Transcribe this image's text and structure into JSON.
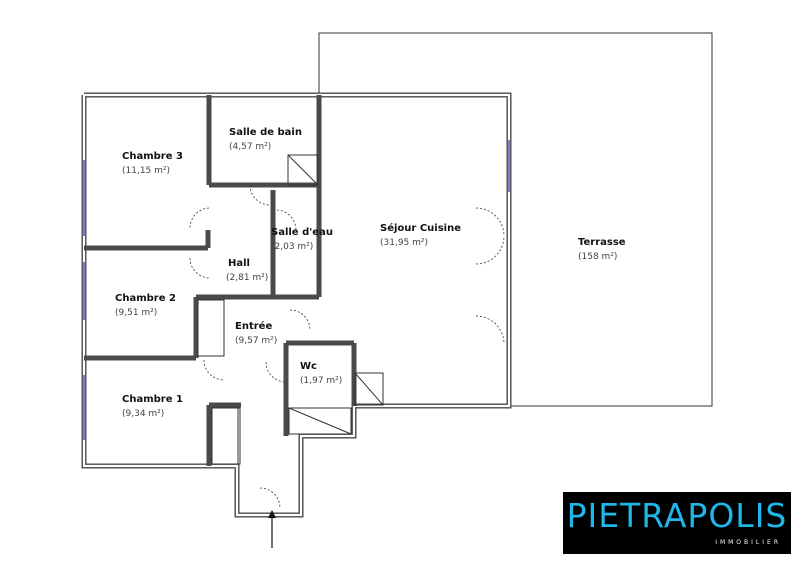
{
  "rooms": {
    "chambre3": {
      "name": "Chambre 3",
      "area": "(11,15 m²)"
    },
    "salle_de_bain": {
      "name": "Salle de bain",
      "area": "(4,57 m²)"
    },
    "salle_deau": {
      "name": "Salle d'eau",
      "area": "(2,03 m²)"
    },
    "hall": {
      "name": "Hall",
      "area": "(2,81 m²)"
    },
    "chambre2": {
      "name": "Chambre 2",
      "area": "(9,51 m²)"
    },
    "entree": {
      "name": "Entrée",
      "area": "(9,57 m²)"
    },
    "wc": {
      "name": "Wc",
      "area": "(1,97 m²)"
    },
    "chambre1": {
      "name": "Chambre 1",
      "area": "(9,34 m²)"
    },
    "sejour": {
      "name": "Séjour Cuisine",
      "area": "(31,95 m²)"
    },
    "terrasse": {
      "name": "Terrasse",
      "area": "(158 m²)"
    }
  },
  "logo": {
    "name": "PIETRAPOLIS",
    "tagline": "IMMOBILIER"
  },
  "colors": {
    "wall": "#4a4a4a",
    "window": "#7b7bd6",
    "logo_bg": "#000000",
    "logo_text": "#1fb6e8"
  }
}
